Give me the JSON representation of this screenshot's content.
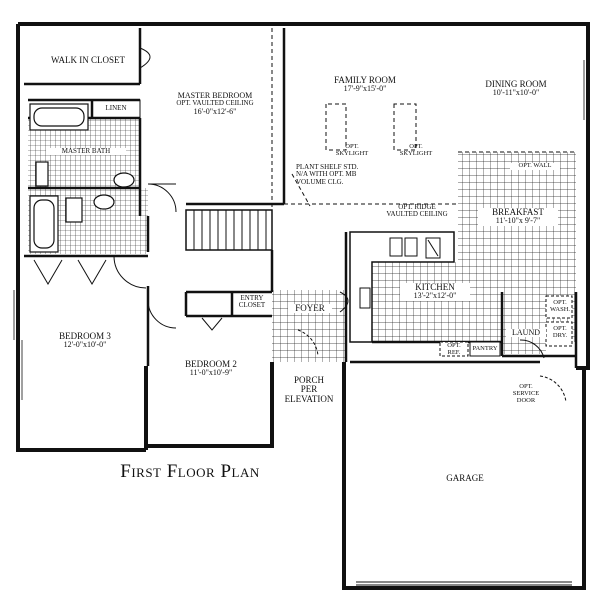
{
  "plan": {
    "title": "First Floor Plan",
    "rooms": {
      "walk_in_closet": {
        "name": "WALK IN CLOSET"
      },
      "master_bedroom": {
        "name": "MASTER BEDROOM",
        "note": "OPT. VAULTED CEILING",
        "size": "16'-0\"x12'-6\""
      },
      "family_room": {
        "name": "FAMILY ROOM",
        "size": "17'-9\"x15'-0\""
      },
      "dining_room": {
        "name": "DINING ROOM",
        "size": "10'-11\"x10'-0\""
      },
      "linen": {
        "name": "LINEN"
      },
      "master_bath": {
        "name": "MASTER BATH"
      },
      "breakfast": {
        "name": "BREAKFAST",
        "size": "11'-10\"x 9'-7\""
      },
      "kitchen": {
        "name": "KITCHEN",
        "size": "13'-2\"x12'-0\""
      },
      "bedroom3": {
        "name": "BEDROOM 3",
        "size": "12'-0\"x10'-0\""
      },
      "bedroom2": {
        "name": "BEDROOM 2",
        "size": "11'-0\"x10'-9\""
      },
      "foyer": {
        "name": "FOYER"
      },
      "entry_closet": {
        "line1": "ENTRY",
        "line2": "CLOSET"
      },
      "porch": {
        "line1": "PORCH",
        "line2": "PER",
        "line3": "ELEVATION"
      },
      "laund": {
        "name": "LAUND"
      },
      "pantry": {
        "name": "PANTRY"
      },
      "garage": {
        "name": "GARAGE"
      }
    },
    "notes": {
      "skylight_left": {
        "line1": "OPT.",
        "line2": "SKYLIGHT"
      },
      "skylight_right": {
        "line1": "OPT.",
        "line2": "SKYLIGHT"
      },
      "plant_shelf": {
        "line1": "PLANT SHELF STD.",
        "line2": "N/A WITH OPT. MB",
        "line3": "VOLUME CLG."
      },
      "opt_ridge": {
        "line1": "OPT. RIDGE",
        "line2": "VAULTED CEILING"
      },
      "opt_wall": "OPT. WALL",
      "opt_wash": {
        "line1": "OPT.",
        "line2": "WASH."
      },
      "opt_dry": {
        "line1": "OPT.",
        "line2": "DRY."
      },
      "opt_ref": {
        "line1": "OPT.",
        "line2": "REF."
      },
      "service_door": {
        "line1": "OPT.",
        "line2": "SERVICE",
        "line3": "DOOR"
      }
    }
  }
}
